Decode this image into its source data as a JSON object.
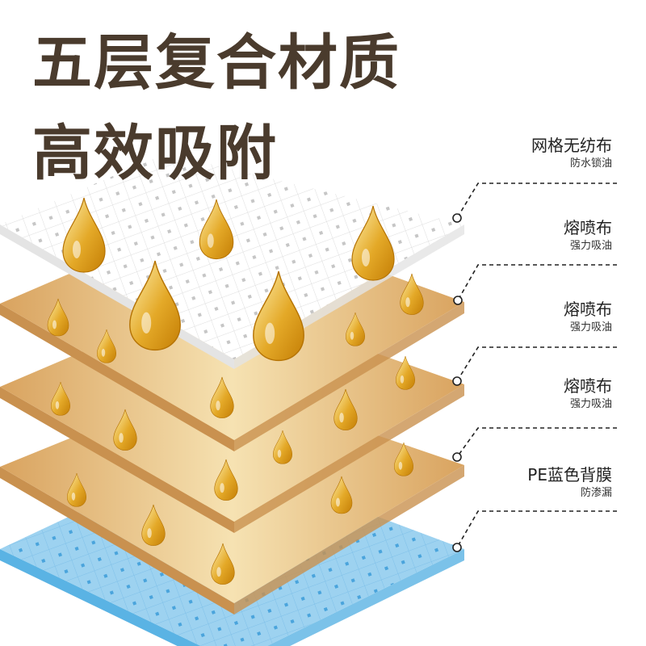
{
  "headline": {
    "line1": "五层复合材质",
    "line2": "高效吸附",
    "color": "#4a3b2d"
  },
  "layers": [
    {
      "name": "网格无纺布",
      "desc": "防水锁油",
      "kind": "mesh-white"
    },
    {
      "name": "熔喷布",
      "desc": "强力吸油",
      "kind": "meltblown"
    },
    {
      "name": "熔喷布",
      "desc": "强力吸油",
      "kind": "meltblown"
    },
    {
      "name": "熔喷布",
      "desc": "强力吸油",
      "kind": "meltblown"
    },
    {
      "name": "PE蓝色背膜",
      "desc": "防渗漏",
      "kind": "pe-blue"
    }
  ],
  "colors": {
    "tan_light": "#f6e2b2",
    "tan_dark": "#d9a35f",
    "tan_edge": "#c9914f",
    "blue_face": "#9dd2f0",
    "blue_edge": "#5ab3e4",
    "white_face": "#ffffff",
    "white_edge": "#e4e4e4",
    "oil_light": "#fff1b0",
    "oil_dark": "#c47e05",
    "leader": "#222222"
  }
}
